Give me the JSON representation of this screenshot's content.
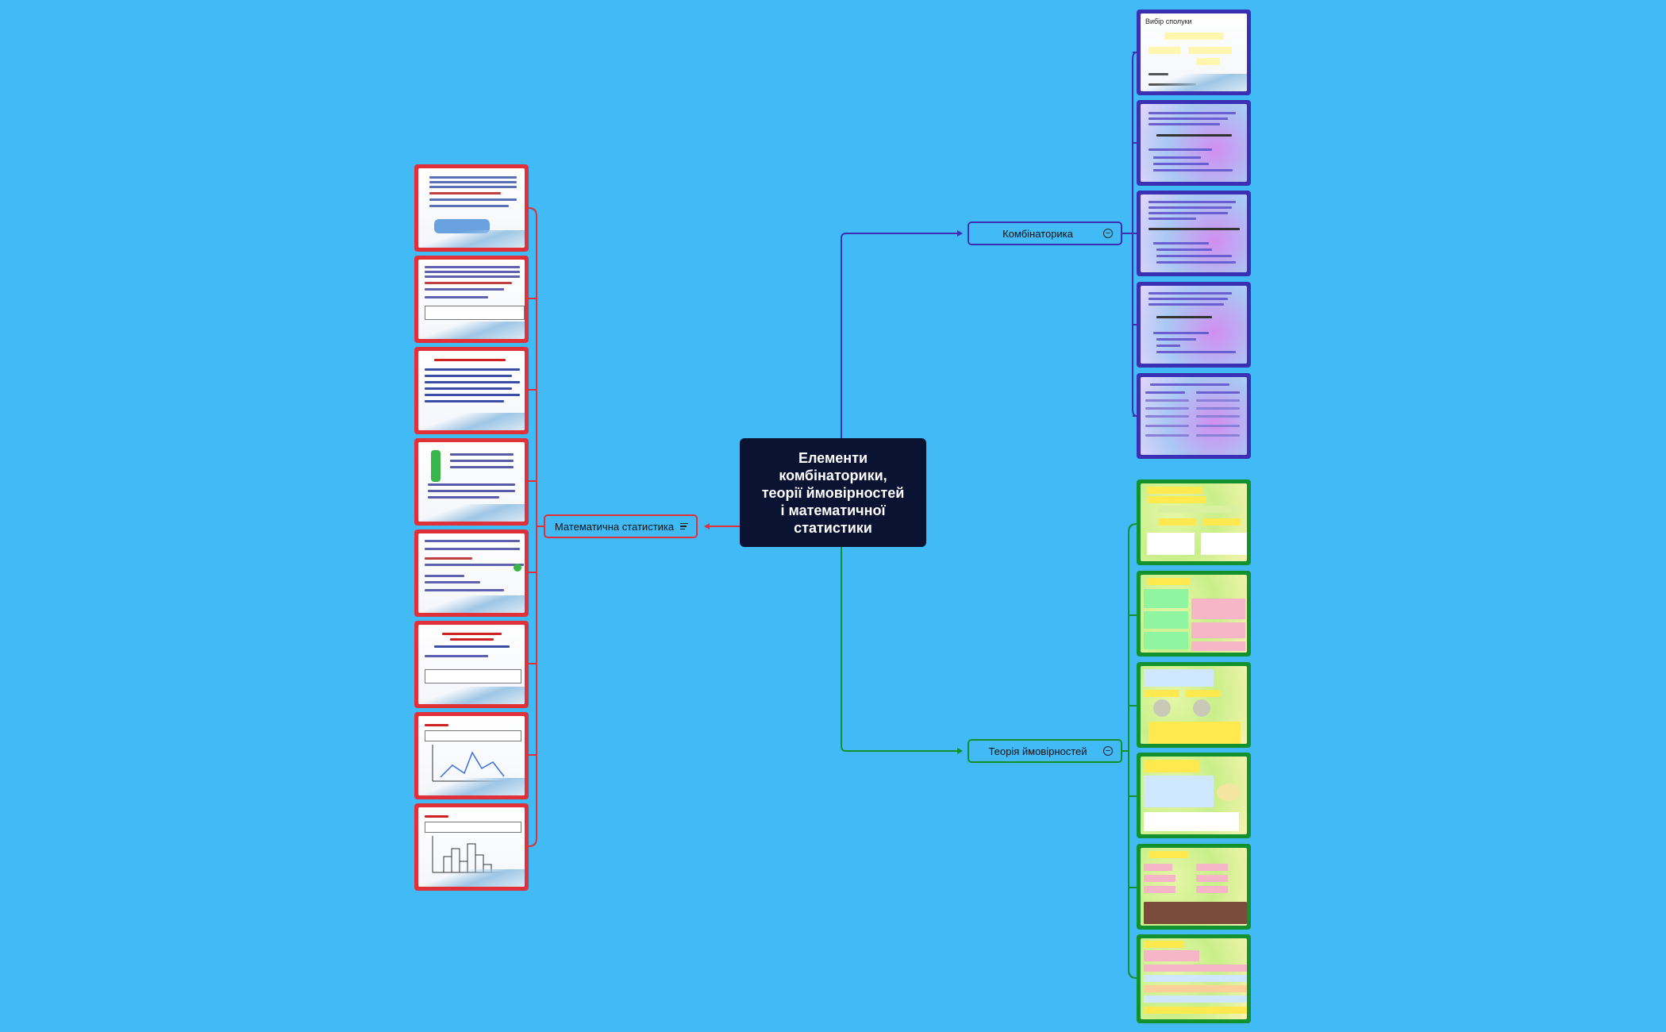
{
  "central_topic": {
    "line1": "Елементи",
    "line2": "комбінаторики,",
    "line3": "теорії ймовірностей",
    "line4": "і математичної",
    "line5": "статистики"
  },
  "branches": {
    "combinatorics": {
      "label": "Комбінаторика",
      "color": "#3b2fb3",
      "collapse_icon": "minus-circle-icon"
    },
    "probability": {
      "label": "Теорія ймовірностей",
      "color": "#13912f",
      "collapse_icon": "minus-circle-icon"
    },
    "statistics": {
      "label": "Математична статистика",
      "color": "#e0303a",
      "notes_icon": "notes-icon"
    }
  },
  "combinatorics_slides": [
    {
      "title": "Вибір сполуки",
      "style": "white"
    },
    {
      "title": "",
      "style": "violet"
    },
    {
      "title": "",
      "style": "violet"
    },
    {
      "title": "",
      "style": "violet"
    },
    {
      "title": "",
      "style": "violet"
    }
  ],
  "probability_slides": [
    {
      "style": "green"
    },
    {
      "style": "green"
    },
    {
      "style": "green"
    },
    {
      "style": "green"
    },
    {
      "style": "green"
    },
    {
      "style": "green"
    }
  ],
  "statistics_slides": [
    {
      "style": "white"
    },
    {
      "style": "white"
    },
    {
      "style": "white"
    },
    {
      "style": "white"
    },
    {
      "style": "white"
    },
    {
      "style": "white"
    },
    {
      "style": "white"
    },
    {
      "style": "white"
    }
  ]
}
